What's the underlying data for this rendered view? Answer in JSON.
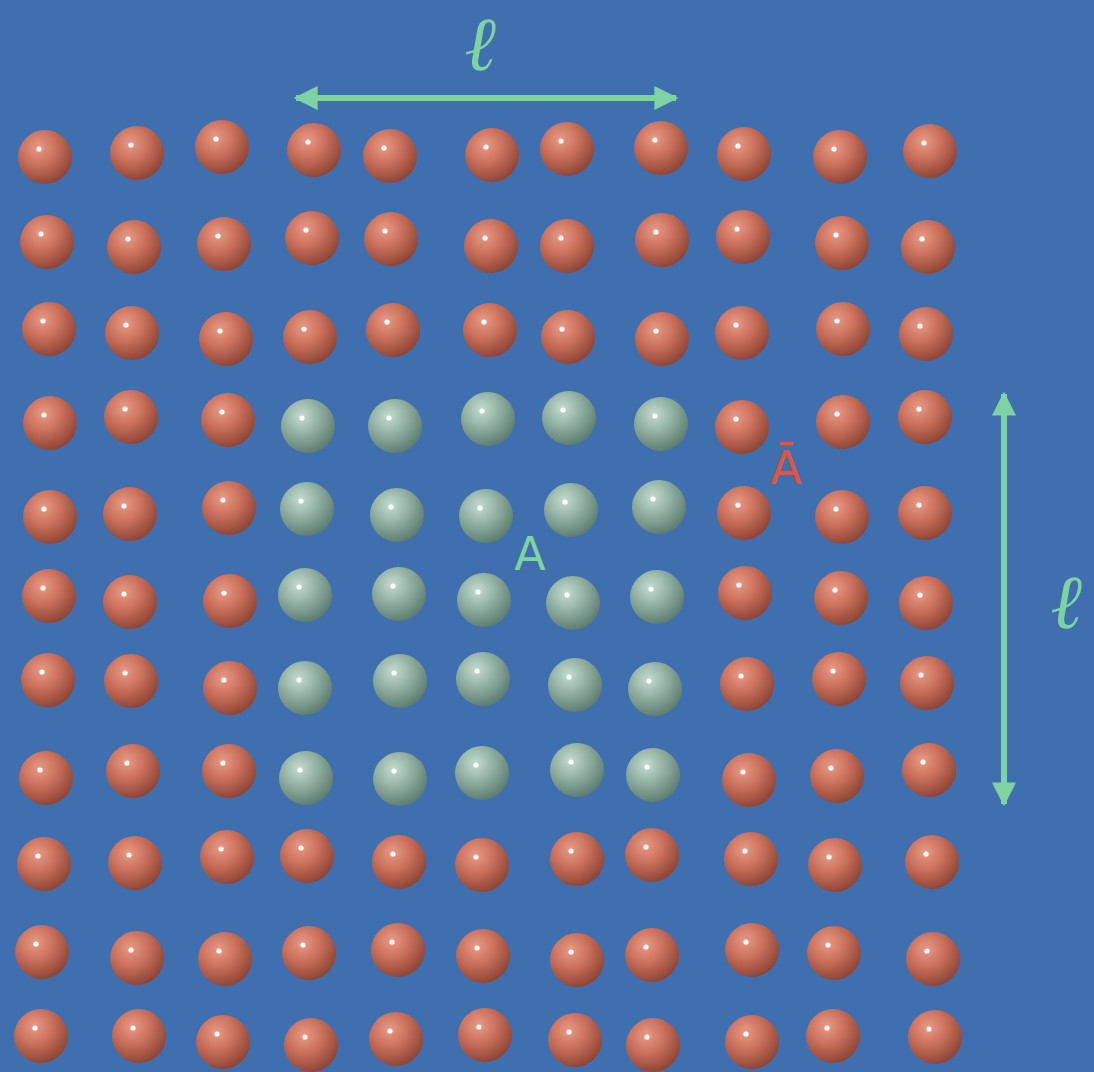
{
  "diagram": {
    "labels": [
      "ℓ",
      "ℓ",
      "A",
      "Ā"
    ]
  }
}
